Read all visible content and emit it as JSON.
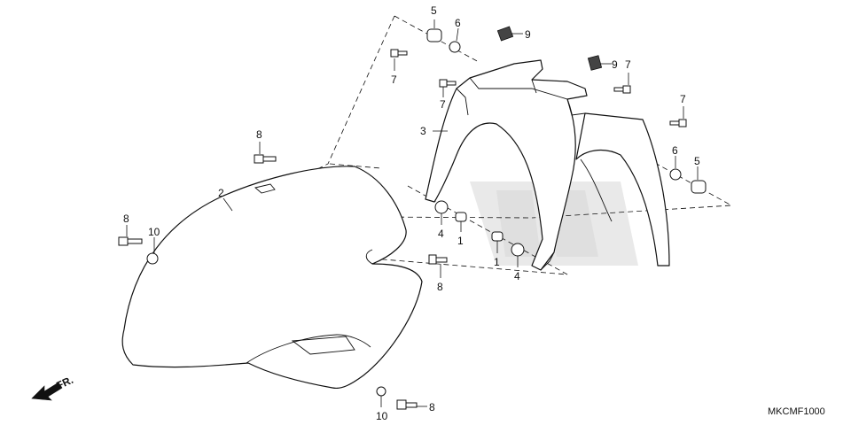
{
  "diagram": {
    "code": "MKCMF1000",
    "direction_label": "FR.",
    "callouts": [
      "1",
      "1",
      "2",
      "3",
      "4",
      "4",
      "5",
      "5",
      "6",
      "6",
      "7",
      "7",
      "7",
      "7",
      "8",
      "8",
      "8",
      "8",
      "9",
      "9",
      "10",
      "10"
    ]
  }
}
